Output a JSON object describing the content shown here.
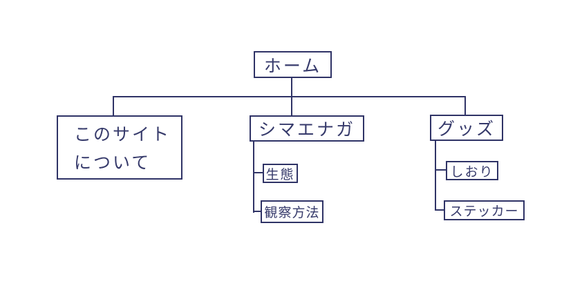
{
  "diagram": {
    "type": "sitemap-tree",
    "colors": {
      "line": "#2f3366",
      "text": "#363a6b",
      "background": "#ffffff"
    },
    "nodes": {
      "home": {
        "label": "ホーム"
      },
      "about": {
        "label": "このサイトについて",
        "label_line1": "このサイト",
        "label_line2": "について"
      },
      "shimaenaga": {
        "label": "シマエナガ"
      },
      "goods": {
        "label": "グッズ"
      },
      "ecology": {
        "label": "生態"
      },
      "observation": {
        "label": "観察方法"
      },
      "bookmark": {
        "label": "しおり"
      },
      "sticker": {
        "label": "ステッカー"
      }
    },
    "hierarchy": {
      "root": "ホーム",
      "children": [
        {
          "label": "このサイトについて",
          "children": []
        },
        {
          "label": "シマエナガ",
          "children": [
            "生態",
            "観察方法"
          ]
        },
        {
          "label": "グッズ",
          "children": [
            "しおり",
            "ステッカー"
          ]
        }
      ]
    }
  }
}
